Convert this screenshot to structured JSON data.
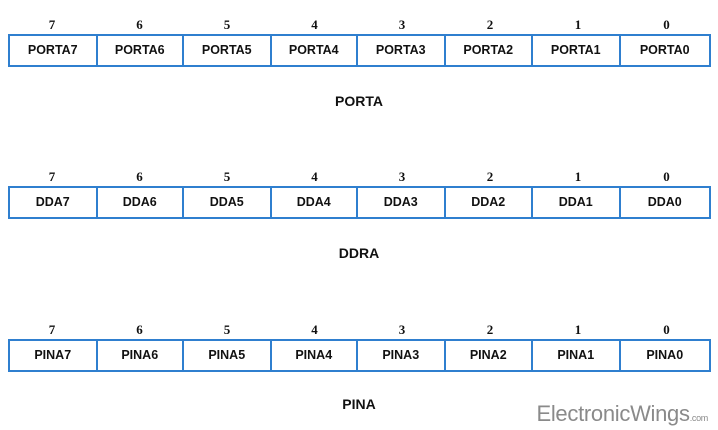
{
  "registers": [
    {
      "name": "PORTA",
      "bit_numbers": [
        "7",
        "6",
        "5",
        "4",
        "3",
        "2",
        "1",
        "0"
      ],
      "bits": [
        "PORTA7",
        "PORTA6",
        "PORTA5",
        "PORTA4",
        "PORTA3",
        "PORTA2",
        "PORTA1",
        "PORTA0"
      ]
    },
    {
      "name": "DDRA",
      "bit_numbers": [
        "7",
        "6",
        "5",
        "4",
        "3",
        "2",
        "1",
        "0"
      ],
      "bits": [
        "DDA7",
        "DDA6",
        "DDA5",
        "DDA4",
        "DDA3",
        "DDA2",
        "DDA1",
        "DDA0"
      ]
    },
    {
      "name": "PINA",
      "bit_numbers": [
        "7",
        "6",
        "5",
        "4",
        "3",
        "2",
        "1",
        "0"
      ],
      "bits": [
        "PINA7",
        "PINA6",
        "PINA5",
        "PINA4",
        "PINA3",
        "PINA2",
        "PINA1",
        "PINA0"
      ]
    }
  ],
  "watermark": {
    "main": "ElectronicWings",
    "suffix": ".com"
  },
  "colors": {
    "border": "#2f7fcf",
    "text": "#111111",
    "watermark": "#8a8a8a"
  }
}
